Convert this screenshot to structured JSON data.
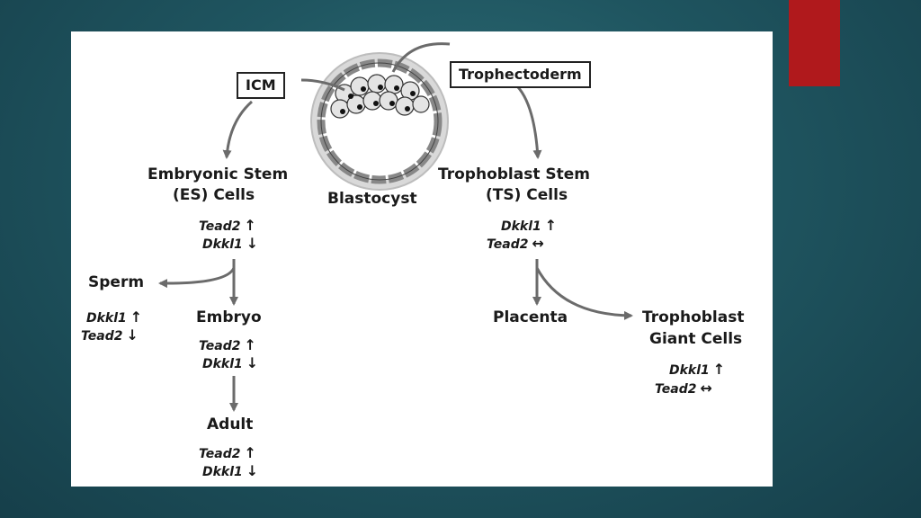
{
  "labels": {
    "icm": "ICM",
    "trophectoderm": "Trophectoderm",
    "es_line1": "Embryonic Stem",
    "es_line2": "(ES) Cells",
    "blastocyst": "Blastocyst",
    "ts_line1": "Trophoblast Stem",
    "ts_line2": "(TS) Cells",
    "sperm": "Sperm",
    "embryo": "Embryo",
    "adult": "Adult",
    "placenta": "Placenta",
    "tgc_line1": "Trophoblast",
    "tgc_line2": "Giant Cells"
  },
  "genes": {
    "es": [
      {
        "name": "Tead2",
        "dir": "↑"
      },
      {
        "name": "Dkkl1",
        "dir": "↓"
      }
    ],
    "ts": [
      {
        "name": "Dkkl1",
        "dir": "↑"
      },
      {
        "name": "Tead2",
        "dir": "↔"
      }
    ],
    "sperm": [
      {
        "name": "Dkkl1",
        "dir": "↑"
      },
      {
        "name": "Tead2",
        "dir": "↓"
      }
    ],
    "embryo": [
      {
        "name": "Tead2",
        "dir": "↑"
      },
      {
        "name": "Dkkl1",
        "dir": "↓"
      }
    ],
    "adult": [
      {
        "name": "Tead2",
        "dir": "↑"
      },
      {
        "name": "Dkkl1",
        "dir": "↓"
      }
    ],
    "tgc": [
      {
        "name": "Dkkl1",
        "dir": "↑"
      },
      {
        "name": "Tead2",
        "dir": "↔"
      }
    ]
  },
  "colors": {
    "accent_red": "#b0191c",
    "arrow_gray": "#6b6b6b",
    "background": "#1f5560"
  }
}
